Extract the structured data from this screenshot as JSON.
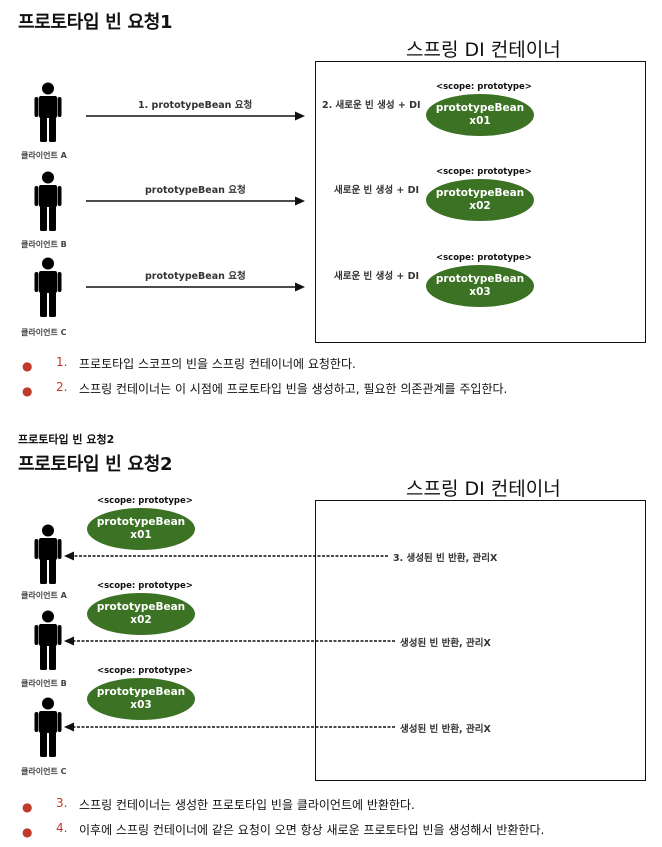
{
  "section1": {
    "heading": "프로토타입 빈 요청1",
    "container_title": "스프링 DI 컨테이너",
    "scope_label": "<scope: prototype>",
    "actors": [
      "클라이언트 A",
      "클라이언트 B",
      "클라이언트 C"
    ],
    "requests": [
      "1. prototypeBean 요청",
      "prototypeBean 요청",
      "prototypeBean 요청"
    ],
    "create_labels": [
      "2. 새로운 빈 생성 + DI",
      "새로운 빈 생성 + DI",
      "새로운 빈 생성 + DI"
    ],
    "beans": [
      {
        "name": "prototypeBean",
        "id": "x01"
      },
      {
        "name": "prototypeBean",
        "id": "x02"
      },
      {
        "name": "prototypeBean",
        "id": "x03"
      }
    ],
    "notes": [
      {
        "num": "1.",
        "text": "프로토타입 스코프의 빈을 스프링 컨테이너에 요청한다."
      },
      {
        "num": "2.",
        "text": "스프링 컨테이너는 이 시점에 프로토타입 빈을 생성하고, 필요한 의존관계를 주입한다."
      }
    ]
  },
  "section2": {
    "subheading": "프로토타입 빈 요청2",
    "heading": "프로토타입 빈 요청2",
    "container_title": "스프링 DI 컨테이너",
    "scope_label": "<scope: prototype>",
    "actors": [
      "클라이언트 A",
      "클라이언트 B",
      "클라이언트 C"
    ],
    "return_labels": [
      "3. 생성된 빈 반환, 관리X",
      "생성된 빈 반환, 관리X",
      "생성된 빈 반환, 관리X"
    ],
    "beans": [
      {
        "name": "prototypeBean",
        "id": "x01"
      },
      {
        "name": "prototypeBean",
        "id": "x02"
      },
      {
        "name": "prototypeBean",
        "id": "x03"
      }
    ],
    "notes": [
      {
        "num": "3.",
        "text": "스프링 컨테이너는 생성한 프로토타입 빈을 클라이언트에 반환한다."
      },
      {
        "num": "4.",
        "text": "이후에 스프링 컨테이너에 같은 요청이 오면 항상 새로운 프로토타입 빈을 생성해서 반환한다."
      }
    ]
  },
  "colors": {
    "bean": "#3c7223",
    "bullet": "#c0392b",
    "line": "#111111"
  },
  "icons": {
    "actor": "person-icon"
  }
}
